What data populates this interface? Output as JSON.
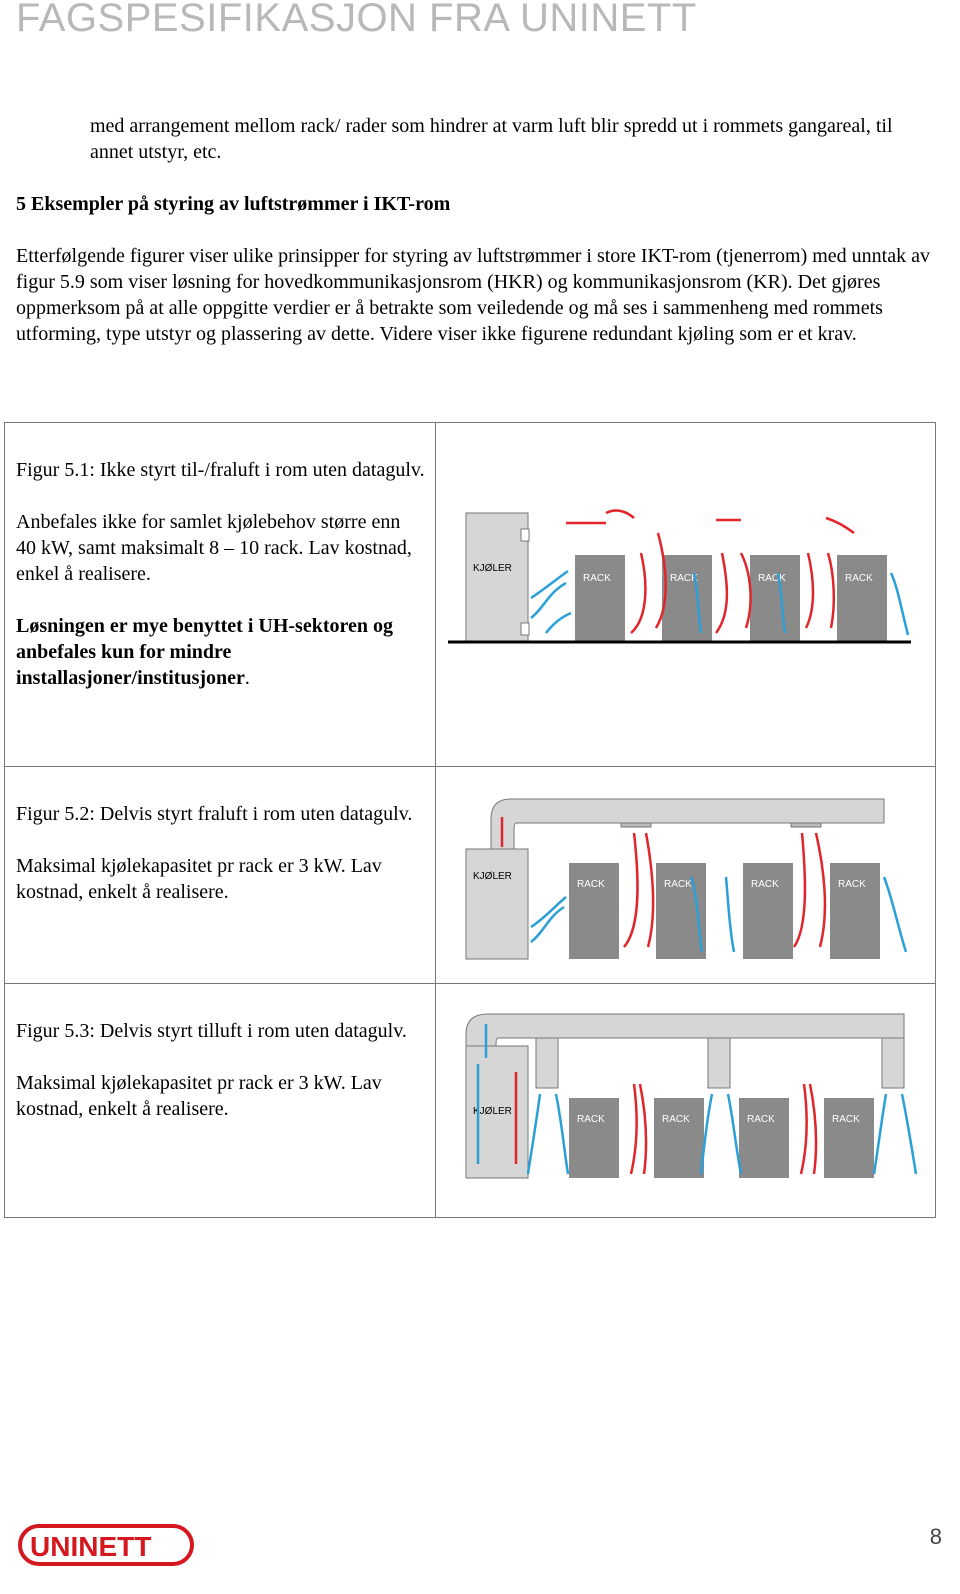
{
  "header": {
    "title": "FAGSPESIFIKASJON FRA UNINETT"
  },
  "intro": {
    "continuation": "med arrangement mellom rack/ rader som hindrer at varm luft blir spredd ut i rommets gangareal, til annet utstyr, etc."
  },
  "section": {
    "heading": "5 Eksempler på styring av luftstrømmer i IKT-rom",
    "paragraph": "Etterfølgende figurer viser ulike prinsipper for styring av luftstrømmer i store IKT-rom (tjenerrom) med unntak av figur 5.9 som viser løsning for hovedkommunikasjonsrom (HKR) og kommunikasjonsrom (KR). Det gjøres oppmerksom på at alle oppgitte verdier er å betrakte som veiledende og må ses i sammenheng med rommets utforming, type utstyr og plassering av dette. Videre viser ikke figurene redundant kjøling som er et krav."
  },
  "figures": [
    {
      "caption": "Figur 5.1: Ikke styrt til-/fraluft i rom uten datagulv.",
      "note": "Anbefales ikke for samlet kjølebehov større enn 40 kW, samt maksimalt 8 – 10 rack. Lav kostnad, enkel å realisere.",
      "recommendation_bold": "Løsningen er mye benyttet i UH-sektoren og anbefales kun for mindre installasjoner/institusjoner",
      "recommendation_end": ".",
      "cooler_label": "KJØLER",
      "rack_labels": [
        "RACK",
        "RACK",
        "RACK",
        "RACK"
      ]
    },
    {
      "caption": "Figur 5.2: Delvis styrt fraluft i rom uten datagulv.",
      "note": "Maksimal kjølekapasitet pr rack er 3 kW. Lav kostnad, enkelt å realisere.",
      "cooler_label": "KJØLER",
      "rack_labels": [
        "RACK",
        "RACK",
        "RACK",
        "RACK"
      ]
    },
    {
      "caption": "Figur 5.3: Delvis styrt tilluft i rom uten datagulv.",
      "note": "Maksimal kjølekapasitet pr rack er 3 kW. Lav kostnad, enkelt å realisere.",
      "cooler_label": "KJØLER",
      "rack_labels": [
        "RACK",
        "RACK",
        "RACK",
        "RACK"
      ]
    }
  ],
  "footer": {
    "logo_text": "UNINETT",
    "page_number": "8"
  },
  "colors": {
    "warm_air": "#e0262b",
    "cold_air": "#2a9fd8",
    "rack": "#8a8a8a",
    "cooler": "#d6d6d6",
    "logo_red": "#d4181f"
  }
}
